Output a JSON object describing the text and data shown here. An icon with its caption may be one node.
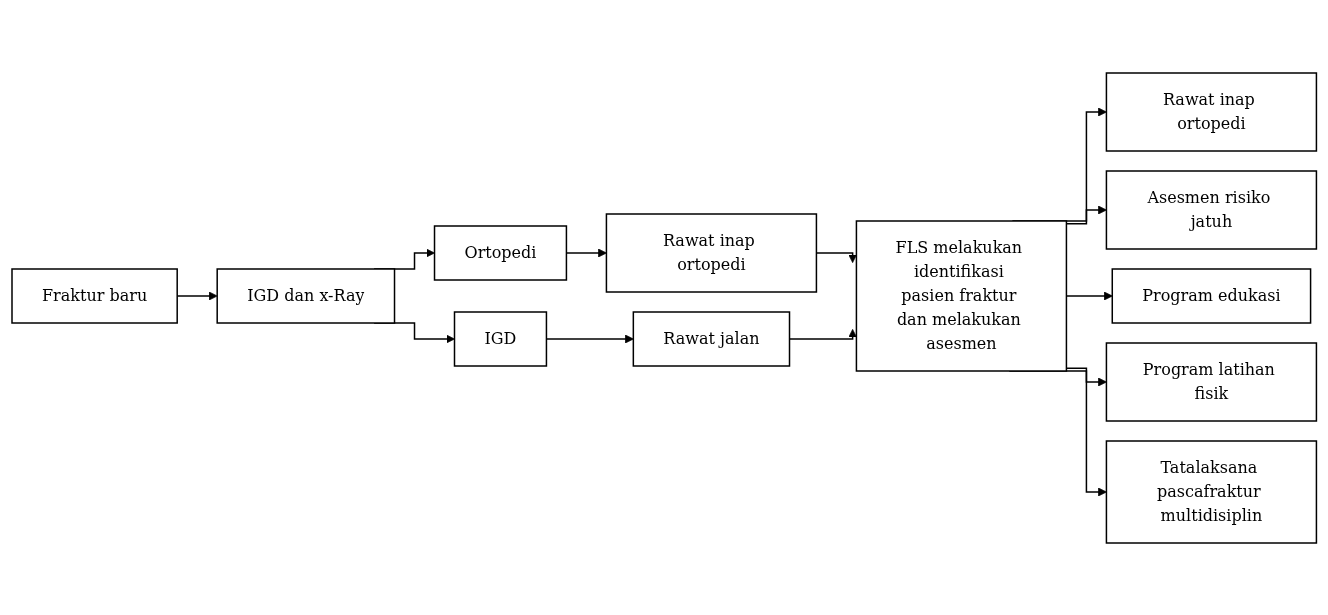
{
  "diagram": {
    "nodes": [
      {
        "text": [
          "Fraktur baru"
        ]
      },
      {
        "text": [
          "IGD dan x-Ray"
        ]
      },
      {
        "text": [
          "Ortopedi"
        ]
      },
      {
        "text": [
          "IGD"
        ]
      },
      {
        "text": [
          "Rawat inap ortopedi"
        ]
      },
      {
        "text": [
          "Rawat jalan"
        ]
      },
      {
        "text": [
          "FLS melakukan identifikasi pasien fraktur dan melakukan asesmen"
        ]
      },
      {
        "text": [
          "Rawat inap ortopedi"
        ]
      },
      {
        "text": [
          "Asesmen risiko jatuh"
        ]
      },
      {
        "text": [
          "Program edukasi"
        ]
      },
      {
        "text": [
          "Program latihan fisik"
        ]
      },
      {
        "text": [
          "Tatalaksana pascafraktur multidisiplin"
        ]
      }
    ],
    "edges": [
      {
        "from": 0,
        "to": 1,
        "arrow": "to"
      },
      {
        "from": 1,
        "to": 2,
        "arrow": "to"
      },
      {
        "from": 1,
        "to": 3,
        "arrow": "to"
      },
      {
        "from": 2,
        "to": 4,
        "arrow": "to"
      },
      {
        "from": 3,
        "to": 5,
        "arrow": "to"
      },
      {
        "from": 4,
        "to": 6,
        "arrow": "to"
      },
      {
        "from": 5,
        "to": 6,
        "arrow": "to"
      },
      {
        "from": 6,
        "to": 7,
        "arrow": "to"
      },
      {
        "from": 6,
        "to": 8,
        "arrow": "to"
      },
      {
        "from": 6,
        "to": 9,
        "arrow": "to"
      },
      {
        "from": 6,
        "to": 10,
        "arrow": "to"
      },
      {
        "from": 6,
        "to": 11,
        "arrow": "to"
      }
    ]
  }
}
